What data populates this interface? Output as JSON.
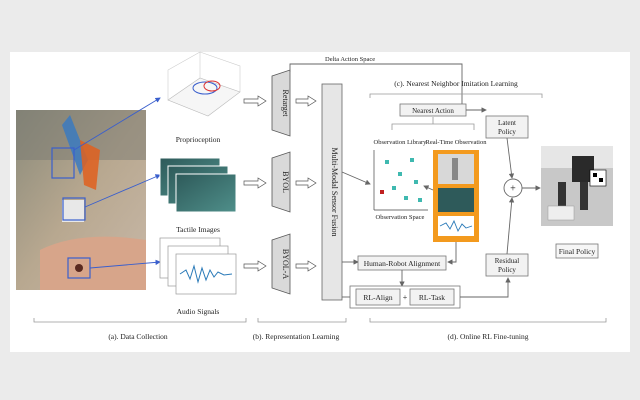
{
  "labels": {
    "delta_action_space": "Delta Action Space",
    "nn_imitation": "(c). Nearest Neighbor Imitation Learning",
    "nearest_action": "Nearest Action",
    "latent_policy_1": "Latent",
    "latent_policy_2": "Policy",
    "observation_library": "Observation Library",
    "realtime_observation": "Real-Time Observation",
    "observation_space": "Observation Space",
    "proprioception": "Proprioception",
    "tactile_images": "Tactile Images",
    "audio_signals": "Audio Signals",
    "retarget": "Retarget",
    "byol": "BYOL",
    "byol_a": "BYOL-A",
    "fusion": "Multi-Modal Sensor Fusion",
    "alignment": "Human-Robot Alignment",
    "residual_policy_1": "Residual",
    "residual_policy_2": "Policy",
    "rl_align": "RL-Align",
    "plus": "+",
    "rl_task": "RL-Task",
    "sum": "+",
    "final_policy": "Final Policy",
    "data_collection": "(a). Data Collection",
    "representation_learning": "(b). Representation Learning",
    "online_rl": "(d). Online RL Fine-tuning"
  },
  "colors": {
    "background": "#ebebeb",
    "panel": "#ffffff",
    "obs_panel": "#f39a1e",
    "accent_blue": "#3a5fcd",
    "arrow": "#666666"
  }
}
